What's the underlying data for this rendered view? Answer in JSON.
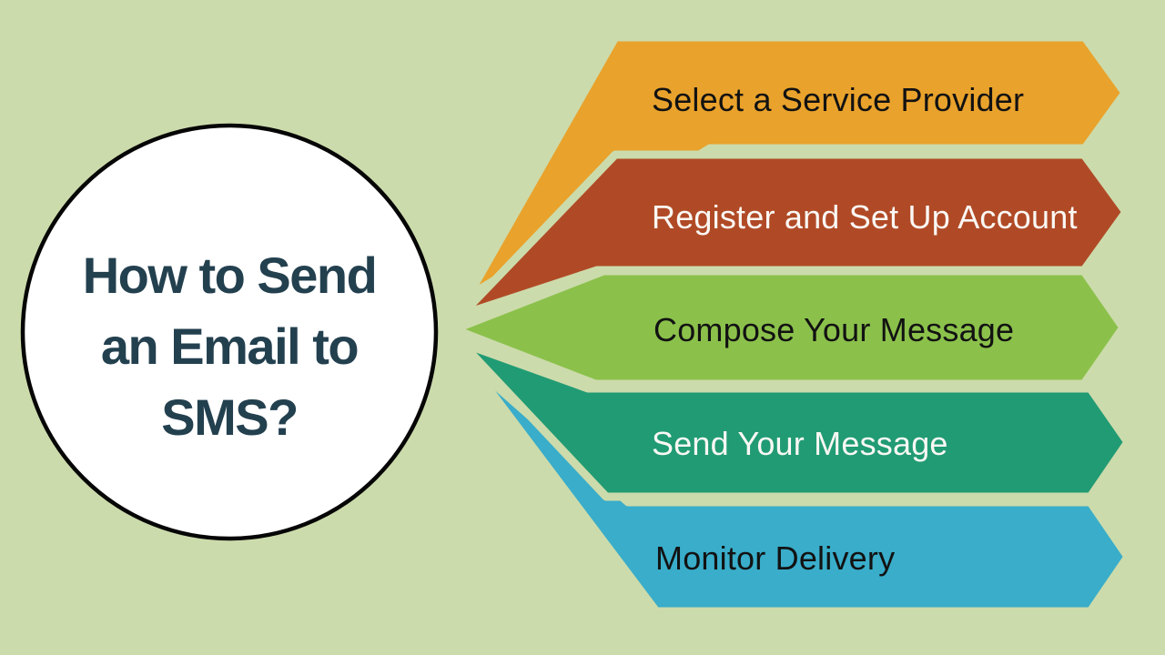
{
  "title": {
    "text": "How to Send an Email to SMS?",
    "lines": [
      "How to Send",
      "an Email to",
      "SMS?"
    ]
  },
  "steps": [
    {
      "label": "Select a Service Provider",
      "color": "#e9a22b",
      "text_color": "#121212"
    },
    {
      "label": "Register and Set Up Account",
      "color": "#b04a26",
      "text_color": "#faf8f4"
    },
    {
      "label": "Compose Your Message",
      "color": "#8bc14b",
      "text_color": "#121212"
    },
    {
      "label": "Send Your Message",
      "color": "#219b74",
      "text_color": "#faf8f4"
    },
    {
      "label": "Monitor Delivery",
      "color": "#39adca",
      "text_color": "#121212"
    }
  ],
  "colors": {
    "background": "#ccdbab",
    "circle_fill": "#ffffff",
    "circle_stroke": "#060606",
    "title_text": "#23404f"
  }
}
